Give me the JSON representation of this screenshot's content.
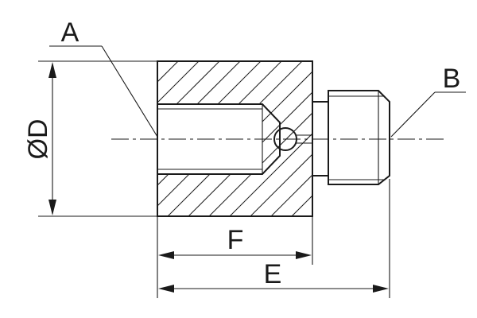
{
  "labels": {
    "a": "A",
    "b": "B",
    "diameter": "ØD",
    "f": "F",
    "e": "E"
  },
  "colors": {
    "stroke": "#1a1a1a",
    "background": "#ffffff"
  }
}
